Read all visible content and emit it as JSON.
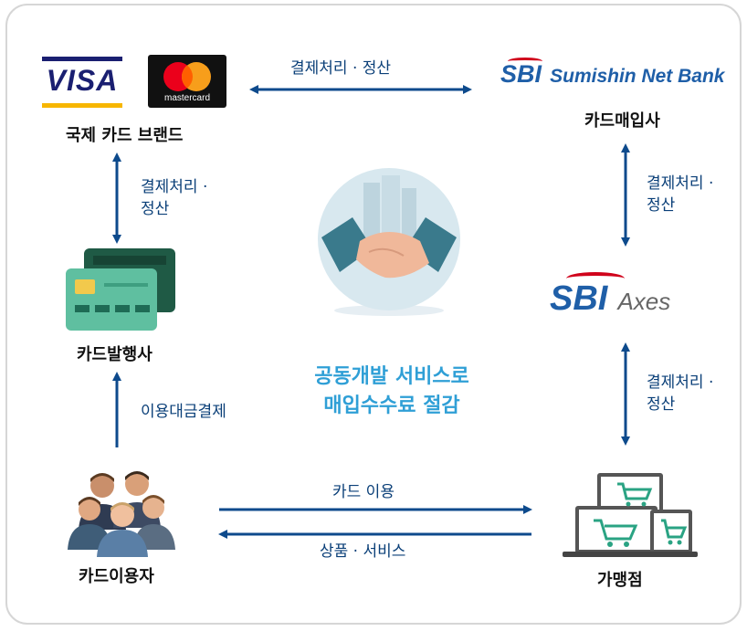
{
  "nodes": {
    "brand": {
      "label": "국제 카드 브랜드",
      "visa": "VISA",
      "mastercard": "mastercard"
    },
    "acquirer": {
      "label": "카드매입사",
      "logo_sbi": "SBI",
      "logo_rest": "Sumishin Net Bank"
    },
    "issuer": {
      "label": "카드발행사"
    },
    "axes": {
      "logo_sbi": "SBI",
      "logo_rest": "Axes"
    },
    "user": {
      "label": "카드이용자"
    },
    "merchant": {
      "label": "가맹점"
    }
  },
  "edges": {
    "brand_acquirer": "결제처리 · 정산",
    "brand_issuer_1": "결제처리 ·",
    "brand_issuer_2": "정산",
    "acquirer_axes_1": "결제처리 ·",
    "acquirer_axes_2": "정산",
    "axes_merchant_1": "결제처리 ·",
    "axes_merchant_2": "정산",
    "user_issuer": "이용대금결제",
    "user_merchant_top": "카드 이용",
    "user_merchant_bottom": "상품 · 서비스"
  },
  "center": {
    "line1": "공동개발 서비스로",
    "line2": "매입수수료 절감"
  },
  "colors": {
    "arrow": "#0d4a8c",
    "accent": "#2f9fd6",
    "sbi_red": "#d0021b",
    "sbi_blue": "#1f5fa8"
  }
}
